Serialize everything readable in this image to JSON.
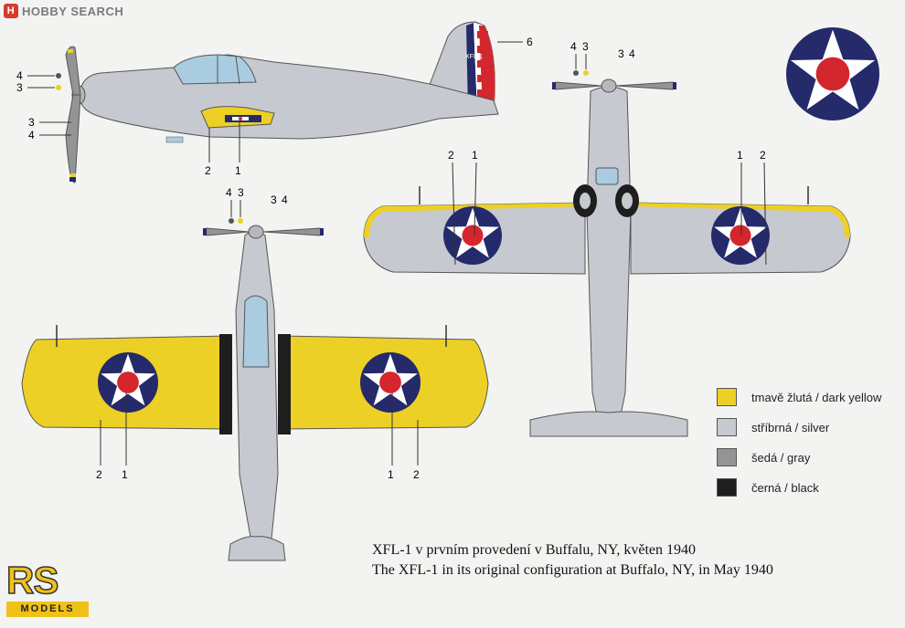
{
  "header": {
    "brand": "HOBBY SEARCH",
    "brand_mark": "H"
  },
  "colors": {
    "dark_yellow": "#ecd026",
    "silver": "#c7c9d0",
    "gray": "#939496",
    "black": "#1e1e1e",
    "roundel_blue": "#242a6a",
    "roundel_red": "#d3262d",
    "background": "#f3f3f1"
  },
  "side_view": {
    "tail_code": "XFL-1",
    "callouts": [
      "6",
      "4",
      "3",
      "3",
      "4",
      "2",
      "1"
    ]
  },
  "top_view": {
    "callouts": [
      "4",
      "3",
      "3",
      "4",
      "2",
      "1",
      "1",
      "2"
    ]
  },
  "bottom_view": {
    "callouts": [
      "4",
      "3",
      "3",
      "4",
      "2",
      "1",
      "1",
      "2"
    ]
  },
  "legend": [
    {
      "label": "tmavě žlutá / dark yellow",
      "color": "#ecd026"
    },
    {
      "label": "stříbrná / silver",
      "color": "#c7c9d0"
    },
    {
      "label": "šedá / gray",
      "color": "#939496"
    },
    {
      "label": "černá / black",
      "color": "#1e1e1e"
    }
  ],
  "caption": {
    "czech": "XFL-1 v prvním provedení v Buffalu, NY, květen 1940",
    "english": "The XFL-1 in its original configuration at Buffalo, NY, in May 1940"
  },
  "logo": {
    "letters": "RS",
    "sub": "MODELS"
  }
}
